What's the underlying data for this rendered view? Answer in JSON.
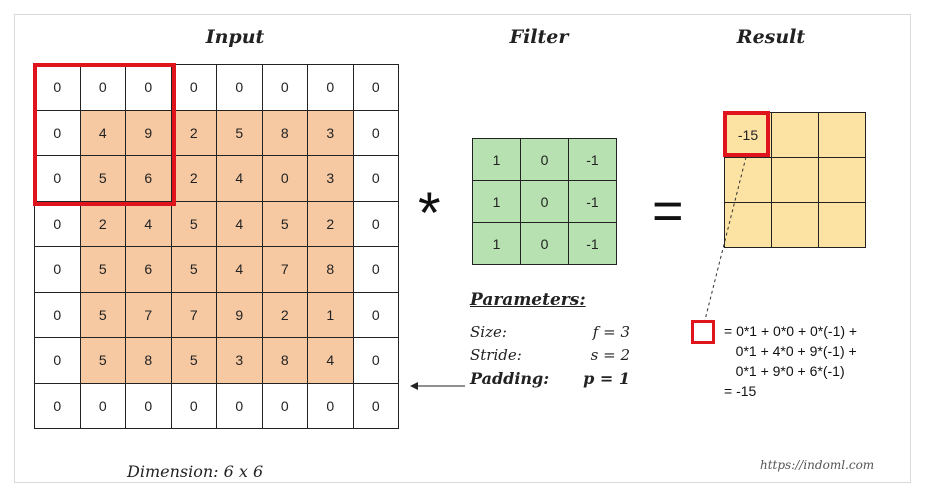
{
  "titles": {
    "input": "Input",
    "filter": "Filter",
    "result": "Result"
  },
  "input_grid": [
    [
      "0",
      "0",
      "0",
      "0",
      "0",
      "0",
      "0",
      "0"
    ],
    [
      "0",
      "4",
      "9",
      "2",
      "5",
      "8",
      "3",
      "0"
    ],
    [
      "0",
      "5",
      "6",
      "2",
      "4",
      "0",
      "3",
      "0"
    ],
    [
      "0",
      "2",
      "4",
      "5",
      "4",
      "5",
      "2",
      "0"
    ],
    [
      "0",
      "5",
      "6",
      "5",
      "4",
      "7",
      "8",
      "0"
    ],
    [
      "0",
      "5",
      "7",
      "7",
      "9",
      "2",
      "1",
      "0"
    ],
    [
      "0",
      "5",
      "8",
      "5",
      "3",
      "8",
      "4",
      "0"
    ],
    [
      "0",
      "0",
      "0",
      "0",
      "0",
      "0",
      "0",
      "0"
    ]
  ],
  "filter_grid": [
    [
      "1",
      "0",
      "-1"
    ],
    [
      "1",
      "0",
      "-1"
    ],
    [
      "1",
      "0",
      "-1"
    ]
  ],
  "result_grid": [
    [
      "-15",
      "",
      ""
    ],
    [
      "",
      "",
      ""
    ],
    [
      "",
      "",
      ""
    ]
  ],
  "operators": {
    "convolve": "*",
    "equals": "="
  },
  "parameters": {
    "title": "Parameters:",
    "size_label": "Size:",
    "size_value": "f = 3",
    "stride_label": "Stride:",
    "stride_value": "s = 2",
    "padding_label": "Padding:",
    "padding_value": "p = 1"
  },
  "formula_lines": [
    "= 0*1 + 0*0 + 0*(-1) +",
    "   0*1 + 4*0 + 9*(-1) +",
    "   0*1 + 9*0 + 6*(-1)",
    "= -15"
  ],
  "dimension": "Dimension: 6 x 6",
  "credit": "https://indoml.com",
  "colors": {
    "input_fill": "#f6c9a3",
    "filter_fill": "#b7e1b1",
    "result_fill": "#fde3a3",
    "highlight": "#e0141c"
  }
}
